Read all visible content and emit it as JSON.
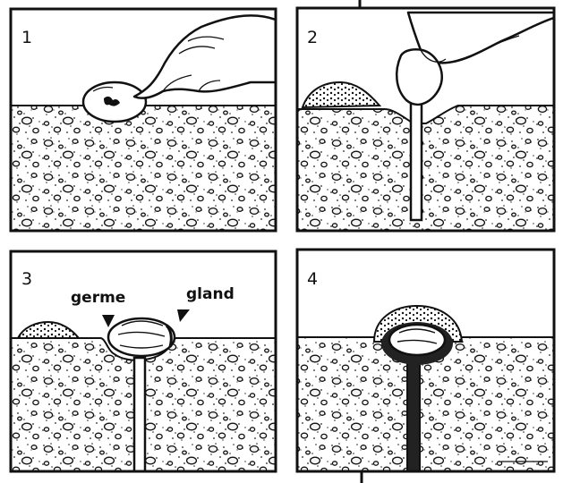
{
  "panels": [
    {
      "number": "1"
    },
    {
      "number": "2"
    },
    {
      "number": "3",
      "labels": [
        "germe",
        "gland"
      ]
    },
    {
      "number": "4"
    }
  ],
  "colors": {
    "ink": "#111111",
    "paper": "#ffffff",
    "stone": "#f4f4f4"
  }
}
